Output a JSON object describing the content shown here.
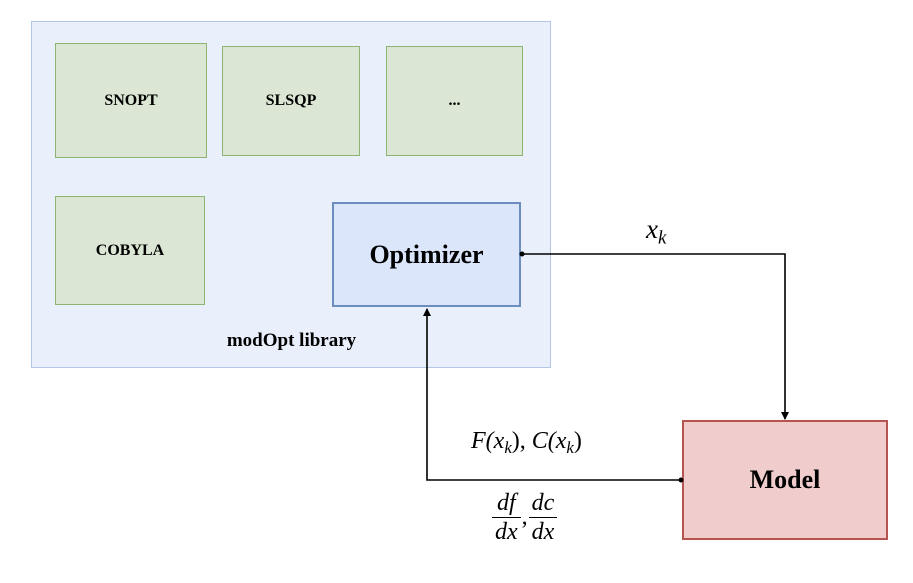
{
  "library": {
    "label": "modOpt library",
    "solvers": [
      "SNOPT",
      "SLSQP",
      "...",
      "COBYLA"
    ]
  },
  "optimizer": {
    "label": "Optimizer"
  },
  "model": {
    "label": "Model"
  },
  "edges": {
    "design_variables": {
      "symbol": "x",
      "subscript": "k"
    },
    "responses": {
      "f_sym": "F(x",
      "f_sub": "k",
      "f_close": "),",
      "c_sym": " C(x",
      "c_sub": "k",
      "c_close": ")"
    },
    "derivatives": {
      "df_num": "df",
      "df_den": "dx",
      "comma": ",",
      "dc_num": "dc",
      "dc_den": "dx"
    }
  },
  "colors": {
    "library_fill": "#e9effb",
    "library_border": "#b3c6e7",
    "solver_fill": "#dbe7d4",
    "solver_border": "#8db472",
    "optimizer_fill": "#dbe6fa",
    "optimizer_border": "#6c8ebf",
    "model_fill": "#f0cccc",
    "model_border": "#b85450"
  }
}
